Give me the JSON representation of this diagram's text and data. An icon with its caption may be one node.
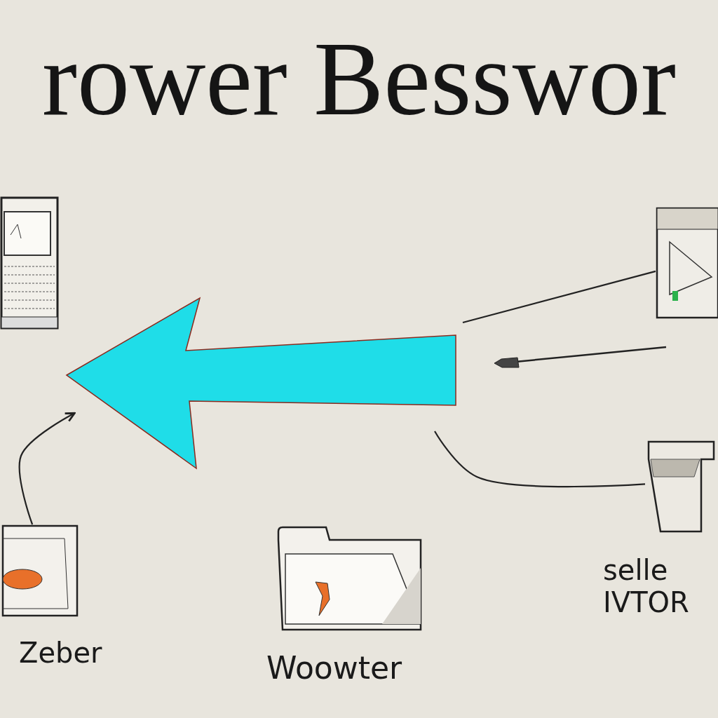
{
  "diagram": {
    "title": "rower Besswor",
    "nodes": [
      {
        "text": [],
        "shape": "picture"
      },
      {
        "text": [],
        "shape": "picture"
      },
      {
        "text": [],
        "shape": "picture",
        "beside": [
          "selle",
          "IVTOR"
        ]
      },
      {
        "text": [],
        "shape": "picture",
        "beside": [
          "Zeber"
        ]
      },
      {
        "text": [],
        "shape": "picture",
        "beside": [
          "Woowter"
        ]
      }
    ],
    "edges": [
      {
        "from": 3,
        "to": null,
        "arrow": "to"
      },
      {
        "from": null,
        "to": 1,
        "arrow": "none"
      },
      {
        "from": null,
        "to": 2,
        "arrow": "none"
      }
    ]
  }
}
